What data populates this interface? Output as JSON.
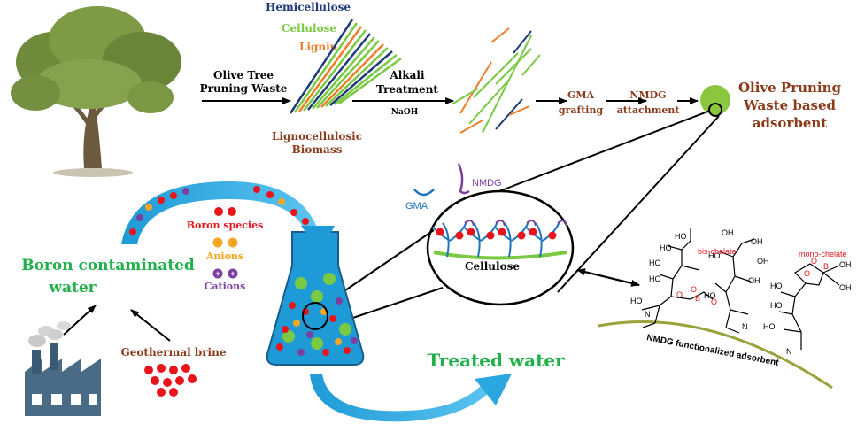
{
  "legend_polymers": {
    "hemicellulose": "Hemicellulose",
    "cellulose": "Cellulose",
    "lignin": "Lignin"
  },
  "process": {
    "source_line1": "Olive Tree",
    "source_line2": "Pruning Waste",
    "biomass_line1": "Lignocellulosic",
    "biomass_line2": "Biomass",
    "alkali_line1": "Alkali",
    "alkali_line2": "Treatment",
    "naoh": "NaOH",
    "gma_line1": "GMA",
    "gma_line2": "grafting",
    "nmdg_line1": "NMDG",
    "nmdg_line2": "attachment",
    "product_line1": "Olive Pruning",
    "product_line2": "Waste based",
    "product_line3": "adsorbent"
  },
  "zoom": {
    "nmdg": "NMDG",
    "gma": "GMA",
    "cellulose": "Cellulose"
  },
  "species_legend": {
    "boron": "Boron species",
    "anions": "Anions",
    "cations": "Cations",
    "anion_sign": "-",
    "cation_sign": "+"
  },
  "water": {
    "contaminated_line1": "Boron contaminated",
    "contaminated_line2": "water",
    "geothermal": "Geothermal brine",
    "treated": "Treated water"
  },
  "chemistry": {
    "bis_chelate": "bis-chelate",
    "mono_chelate": "mono-chelate",
    "caption": "NMDG functionalized adsorbent"
  },
  "colors": {
    "hemicellulose": "#1f3a7a",
    "cellulose": "#7ac943",
    "lignin": "#f07c2a",
    "brown_label": "#8b3a1a",
    "green_label": "#22b04b",
    "boron": "#e8141c",
    "anion": "#f5a623",
    "cation": "#7b3fa0",
    "water": "#1e9ad6"
  }
}
